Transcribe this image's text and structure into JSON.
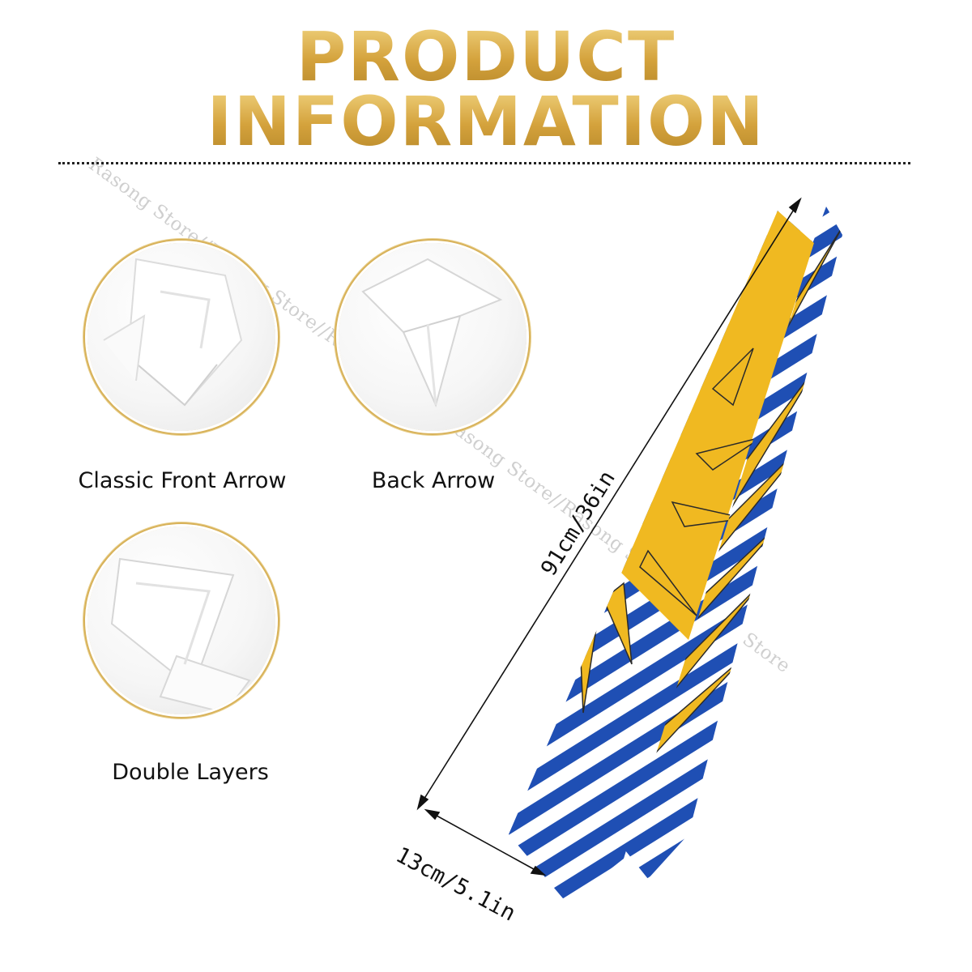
{
  "header": {
    "title_line1": "PRODUCT",
    "title_line2": "INFORMATION"
  },
  "features": [
    {
      "label": "Classic Front Arrow"
    },
    {
      "label": "Back Arrow"
    },
    {
      "label": "Double Layers"
    }
  ],
  "dimensions": {
    "length": "91cm/36in",
    "width": "13cm/5.1in"
  },
  "watermark": "Rasong Store//Rasong Store//Rasong Store//Rasong Store//Rasong Store//Rasong Store",
  "colors": {
    "gold": "#d9ad45",
    "tie_blue": "#1f4fb4",
    "tie_yellow": "#f0b921",
    "text": "#111111"
  }
}
